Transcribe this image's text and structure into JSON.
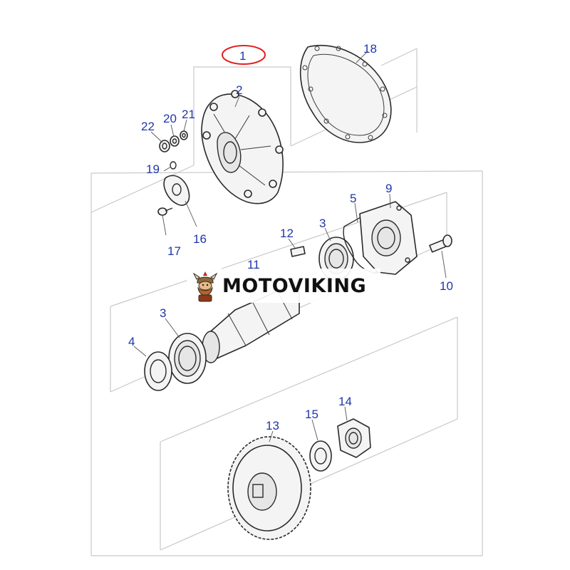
{
  "diagram": {
    "callouts": {
      "c1": "1",
      "c2": "2",
      "c3a": "3",
      "c3b": "3",
      "c4": "4",
      "c5": "5",
      "c9": "9",
      "c10": "10",
      "c11": "11",
      "c12": "12",
      "c13": "13",
      "c14": "14",
      "c15": "15",
      "c16": "16",
      "c17": "17",
      "c18": "18",
      "c19": "19",
      "c20": "20",
      "c21": "21",
      "c22": "22"
    },
    "highlight_color": "#e0201e",
    "callout_color": "#1f36a8"
  },
  "watermark": {
    "brand": "MOTOVIKING",
    "mascot": "viking-mascot-icon"
  }
}
